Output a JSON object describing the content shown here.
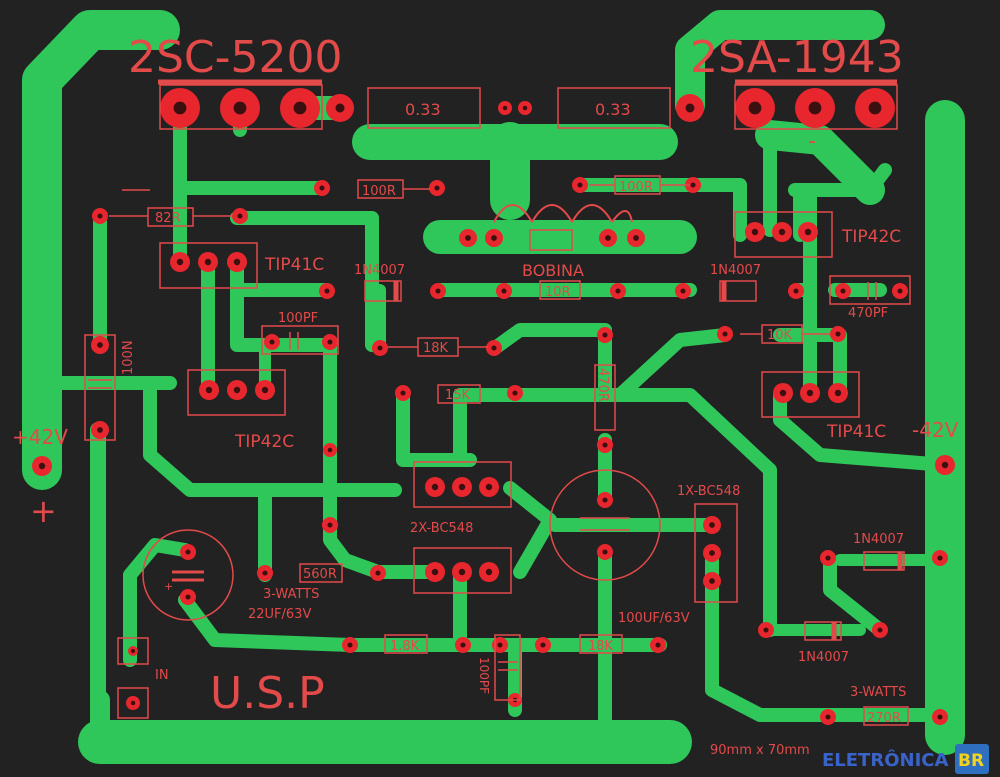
{
  "labels": {
    "q1": "2SC-5200",
    "q2": "2SA-1943",
    "r033a": "0.33",
    "r033b": "0.33",
    "r100a": "100R",
    "r100b": "100R",
    "r82": "82R",
    "tip41a": "TIP41C",
    "tip42a": "TIP42C",
    "tip42b": "TIP42C",
    "tip41b": "TIP41C",
    "d1": "1N4007",
    "d2": "1N4007",
    "d3": "1N4007",
    "d4": "1N4007",
    "bobina": "BOBINA",
    "r10": "10R",
    "c470": "470PF",
    "c100a": "100PF",
    "r18a": "18K",
    "r10k": "10K",
    "c100n": "100N",
    "r470": "470R",
    "r15": "15K",
    "vpos": "+42V",
    "vneg": "-42V",
    "plus": "+",
    "bc548x2": "2X-BC548",
    "bc548x1": "1X-BC548",
    "r560": "560R",
    "watts1": "3-WATTS",
    "c22": "22UF/63V",
    "c100u": "100UF/63V",
    "r18b": "1.8K",
    "r18c": "18K",
    "c100b": "100PF",
    "in": "IN",
    "usp": "U.S.P",
    "watts2": "3-WATTS",
    "r270": "270R",
    "size": "90mm x 70mm",
    "minus": "-"
  },
  "watermark": {
    "text": "ELETRÔNICA",
    "badge": "BR"
  },
  "colors": {
    "copper": "#2fc75a",
    "silk": "#e34a4a",
    "pad": "#e8262e",
    "background": "#222222"
  }
}
